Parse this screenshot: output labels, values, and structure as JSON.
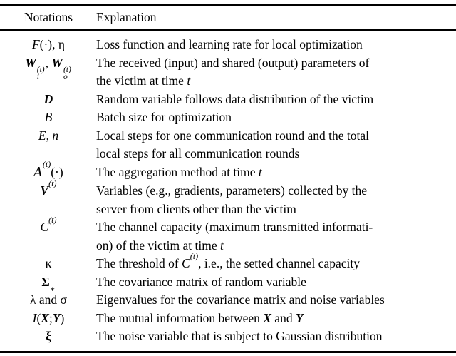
{
  "table": {
    "header": {
      "notations": "Notations",
      "explanation": "Explanation"
    },
    "rows": [
      {
        "notation": [
          {
            "t": "F",
            "s": "i"
          },
          {
            "t": "(·), η"
          }
        ],
        "explanation": [
          {
            "t": "Loss function and learning rate for local optimization"
          }
        ]
      },
      {
        "notation": [
          {
            "t": "W",
            "s": "bi"
          },
          {
            "stack": {
              "sup": "(t)",
              "sub": "i"
            }
          },
          {
            "t": ", "
          },
          {
            "t": "W",
            "s": "bi"
          },
          {
            "stack": {
              "sup": "(t)",
              "sub": "o"
            }
          }
        ],
        "explanation": [
          {
            "t": "The received (input) and shared (output) parameters of"
          },
          {
            "br": true
          },
          {
            "t": "the victim at time "
          },
          {
            "t": "t",
            "s": "i"
          }
        ]
      },
      {
        "notation": [
          {
            "t": "D",
            "s": "bi"
          }
        ],
        "explanation": [
          {
            "t": "Random variable follows data distribution of the victim"
          }
        ]
      },
      {
        "notation": [
          {
            "t": "B",
            "s": "i"
          }
        ],
        "explanation": [
          {
            "t": "Batch size for optimization"
          }
        ]
      },
      {
        "notation": [
          {
            "t": "E",
            "s": "i"
          },
          {
            "t": ", "
          },
          {
            "t": "n",
            "s": "i"
          }
        ],
        "explanation": [
          {
            "t": "Local steps for one communication round and the total"
          },
          {
            "br": true
          },
          {
            "t": "local steps for all communication rounds"
          }
        ]
      },
      {
        "notation": [
          {
            "t": "A",
            "s": "cal"
          },
          {
            "sup": "(t)"
          },
          {
            "t": "(·)"
          }
        ],
        "explanation": [
          {
            "t": "The aggregation method at time "
          },
          {
            "t": "t",
            "s": "i"
          }
        ]
      },
      {
        "notation": [
          {
            "t": "V",
            "s": "bi"
          },
          {
            "sup": "(t)"
          }
        ],
        "explanation": [
          {
            "t": "Variables (e.g., gradients, parameters) collected by the"
          },
          {
            "br": true
          },
          {
            "t": "server from clients other than the victim"
          }
        ]
      },
      {
        "notation": [
          {
            "t": "C",
            "s": "i"
          },
          {
            "sup": "(t)"
          }
        ],
        "explanation": [
          {
            "t": "The channel capacity (maximum transmitted informati-"
          },
          {
            "br": true
          },
          {
            "t": "on) of the victim at time "
          },
          {
            "t": "t",
            "s": "i"
          }
        ]
      },
      {
        "notation": [
          {
            "t": "κ"
          }
        ],
        "explanation": [
          {
            "t": "The threshold of "
          },
          {
            "t": "C",
            "s": "i"
          },
          {
            "sup": "(t)"
          },
          {
            "t": ", i.e., the setted channel capacity"
          }
        ]
      },
      {
        "notation": [
          {
            "t": "Σ",
            "s": "b"
          },
          {
            "sub": "∗"
          }
        ],
        "explanation": [
          {
            "t": "The covariance matrix of random variable"
          }
        ]
      },
      {
        "notation": [
          {
            "t": "λ and σ"
          }
        ],
        "explanation": [
          {
            "t": "Eigenvalues for the covariance matrix and noise variables"
          }
        ]
      },
      {
        "notation": [
          {
            "t": "I",
            "s": "i"
          },
          {
            "t": "("
          },
          {
            "t": "X",
            "s": "bi"
          },
          {
            "t": ";"
          },
          {
            "t": "Y",
            "s": "bi"
          },
          {
            "t": ")"
          }
        ],
        "explanation": [
          {
            "t": "The mutual information between "
          },
          {
            "t": "X",
            "s": "bi"
          },
          {
            "t": " and "
          },
          {
            "t": "Y",
            "s": "bi"
          }
        ]
      },
      {
        "notation": [
          {
            "t": "ξ",
            "s": "b"
          }
        ],
        "explanation": [
          {
            "t": "The noise variable that is subject to Gaussian distribution"
          }
        ]
      }
    ]
  }
}
